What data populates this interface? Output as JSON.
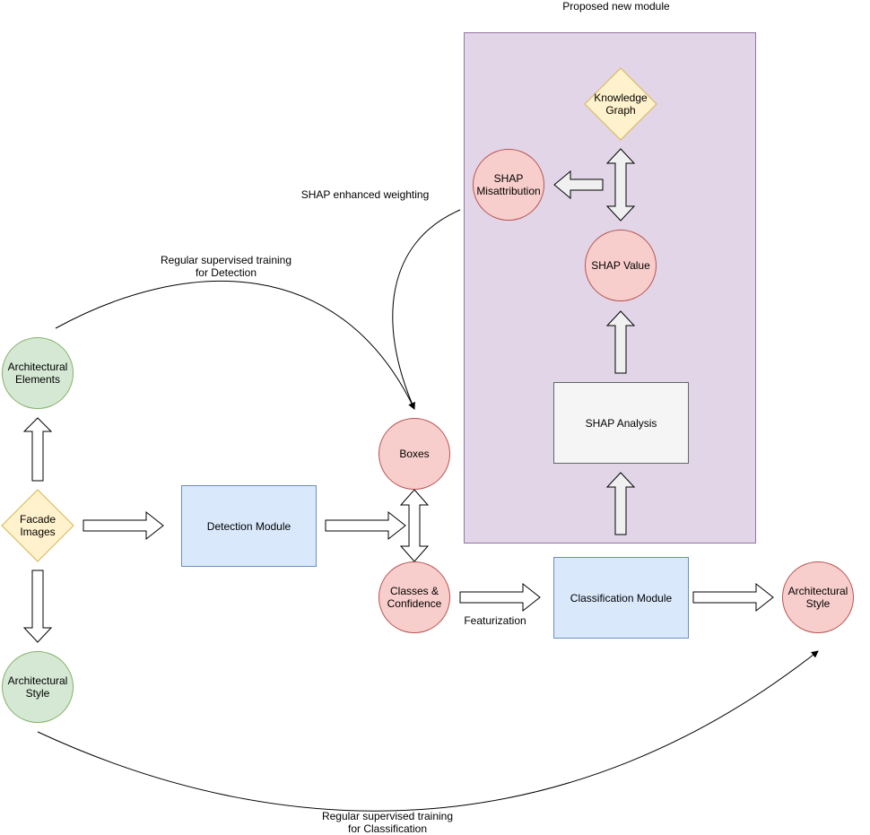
{
  "header": {
    "proposed_module_label": "Proposed new module"
  },
  "nodes": {
    "facade_images": "Facade\nImages",
    "architectural_elements": "Architectural\nElements",
    "architectural_style_input": "Architectural\nStyle",
    "detection_module": "Detection Module",
    "boxes": "Boxes",
    "classes_confidence": "Classes &\nConfidence",
    "classification_module": "Classification Module",
    "architectural_style_output": "Architectural\nStyle",
    "shap_analysis": "SHAP Analysis",
    "shap_value": "SHAP Value",
    "shap_misattribution": "SHAP\nMisattribution",
    "knowledge_graph": "Knowledge\nGraph"
  },
  "edges": {
    "detection_training": "Regular supervised training\nfor Detection",
    "classification_training": "Regular supervised training\nfor Classification",
    "shap_weighting": "SHAP enhanced weighting",
    "featurization": "Featurization"
  },
  "colors": {
    "green_fill": "#d5e8d4",
    "green_stroke": "#82b366",
    "red_fill": "#f8cecc",
    "red_stroke": "#b85450",
    "blue_fill": "#dae8fc",
    "blue_stroke": "#6c8ebf",
    "yellow_fill": "#fff2cc",
    "yellow_stroke": "#d6b656",
    "grey_fill": "#f5f5f5",
    "grey_stroke": "#666666",
    "purple_fill": "#e1d5e7",
    "purple_stroke": "#9673a6"
  }
}
